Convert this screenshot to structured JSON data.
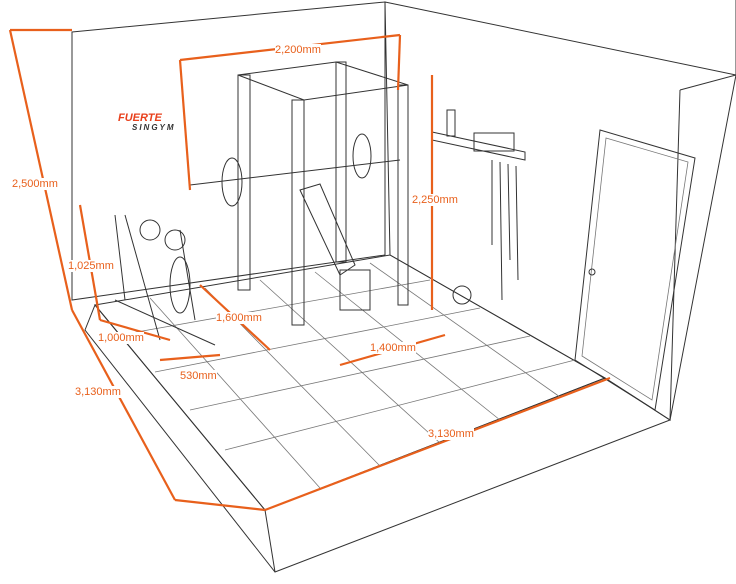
{
  "logo": {
    "line1": "FUERTE",
    "line2": "SINGYM"
  },
  "accent_color": "#e8601c",
  "dimensions": {
    "wall_height": "2,500mm",
    "rack_width": "2,200mm",
    "rack_height": "2,250mm",
    "dumbbell_rack_height": "1,025mm",
    "dumbbell_rack_length": "1,000mm",
    "dumbbell_rack_depth": "530mm",
    "room_depth": "3,130mm",
    "room_width": "3,130mm",
    "bench_length": "1,600mm",
    "rack_depth": "1,400mm"
  }
}
